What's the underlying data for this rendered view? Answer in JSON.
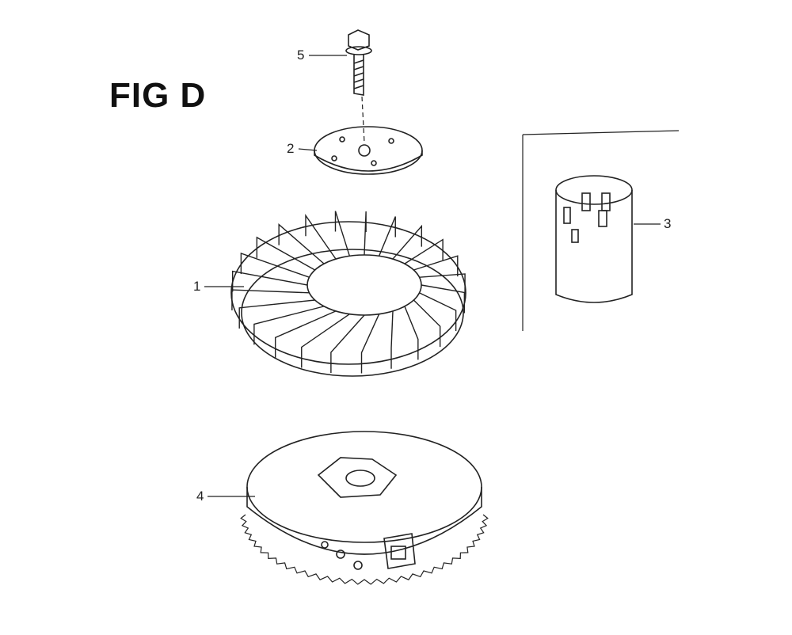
{
  "figure": {
    "title": "FIG D",
    "callouts": [
      {
        "number": "1",
        "part": "fan"
      },
      {
        "number": "2",
        "part": "plate"
      },
      {
        "number": "3",
        "part": "sleeve"
      },
      {
        "number": "4",
        "part": "flywheel"
      },
      {
        "number": "5",
        "part": "bolt"
      }
    ]
  }
}
